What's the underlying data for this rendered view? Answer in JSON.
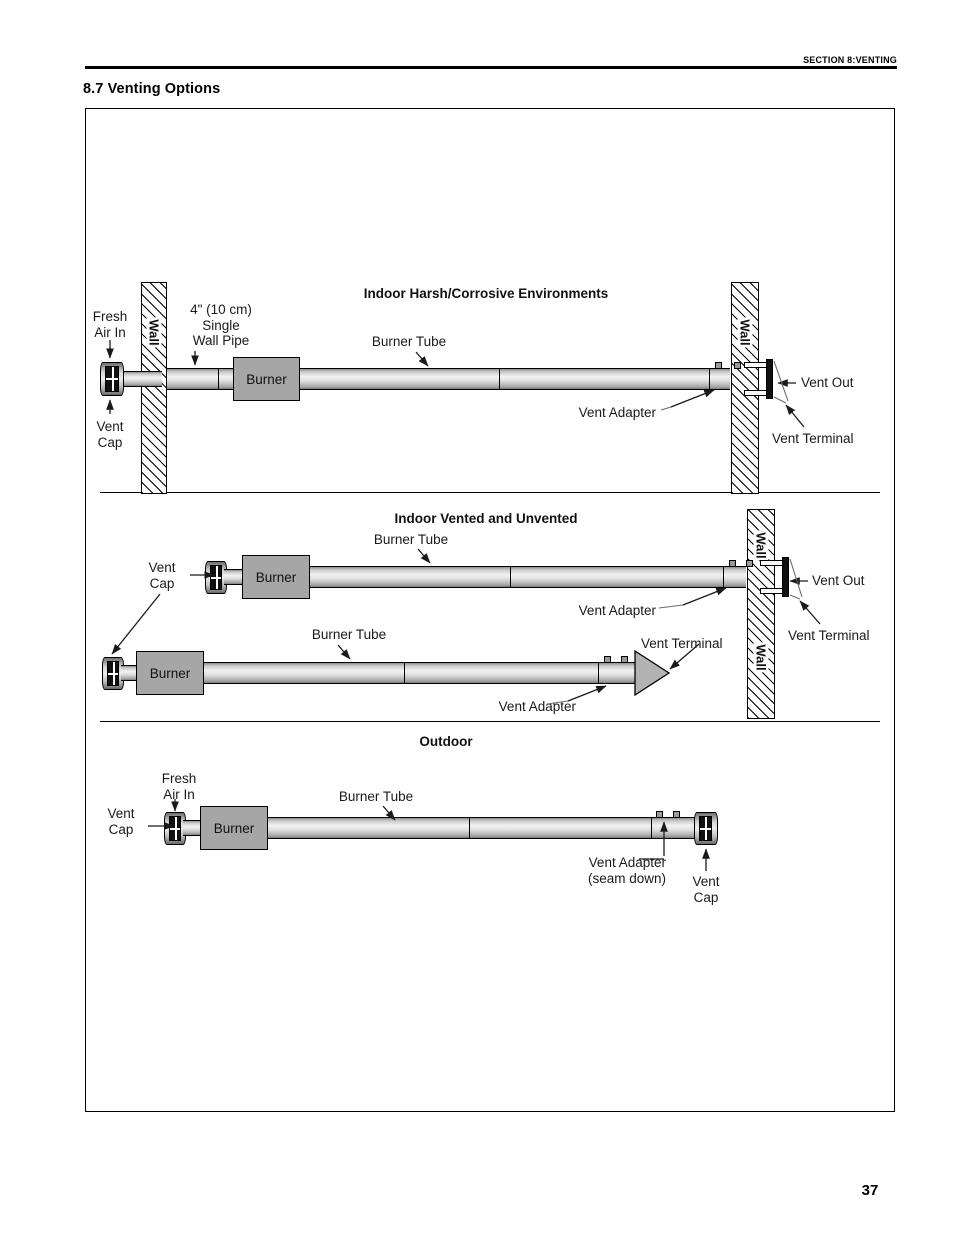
{
  "header": {
    "section_label": "SECTION 8:",
    "section_name": "VENTING"
  },
  "section_title": "8.7 Venting Options",
  "page_number": "37",
  "diagrams": [
    {
      "id": "indoor-harsh",
      "title": "Indoor Harsh/Corrosive Environments",
      "labels": {
        "fresh_air_in": "Fresh\nAir In",
        "vent_cap": "Vent\nCap",
        "single_wall_pipe": "4\" (10 cm)\nSingle\nWall Pipe",
        "burner_tube": "Burner Tube",
        "vent_adapter": "Vent Adapter",
        "vent_out": "Vent Out",
        "vent_terminal": "Vent Terminal",
        "wall_left": "Wall",
        "wall_right": "Wall",
        "burner": "Burner"
      }
    },
    {
      "id": "indoor-vented-unvented",
      "title": "Indoor Vented and Unvented",
      "labels": {
        "vent_cap": "Vent\nCap",
        "burner_tube_top": "Burner Tube",
        "burner_tube_bottom": "Burner Tube",
        "vent_adapter_top": "Vent Adapter",
        "vent_adapter_bottom": "Vent Adapter",
        "vent_out": "Vent Out",
        "vent_terminal_right": "Vent Terminal",
        "vent_terminal_cone": "Vent Terminal",
        "wall_upper": "Wall",
        "wall_lower": "Wall",
        "burner_top": "Burner",
        "burner_bottom": "Burner"
      }
    },
    {
      "id": "outdoor",
      "title": "Outdoor",
      "labels": {
        "vent_cap_left": "Vent\nCap",
        "fresh_air_in": "Fresh\nAir In",
        "burner_tube": "Burner Tube",
        "vent_adapter": "Vent Adapter\n(seam down)",
        "vent_cap_right": "Vent\nCap",
        "burner": "Burner"
      }
    }
  ],
  "colors": {
    "burner_fill": "#a6a6a6",
    "line": "#000000",
    "terminal_dark": "#111111",
    "cone_fill": "#b3b3b3"
  }
}
